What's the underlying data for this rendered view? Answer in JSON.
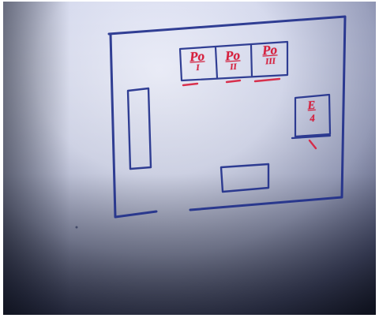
{
  "diagram": {
    "labels": [
      {
        "top": "Po",
        "bottom": "I"
      },
      {
        "top": "Po",
        "bottom": "II"
      },
      {
        "top": "Po",
        "bottom": "III"
      },
      {
        "top": "E",
        "bottom": "4"
      }
    ]
  },
  "colors": {
    "ink_blue": "#1e2d8a",
    "ink_red": "#d81e3c",
    "wall_light": "#e9ecf8",
    "wall_dark": "#1c2133"
  }
}
